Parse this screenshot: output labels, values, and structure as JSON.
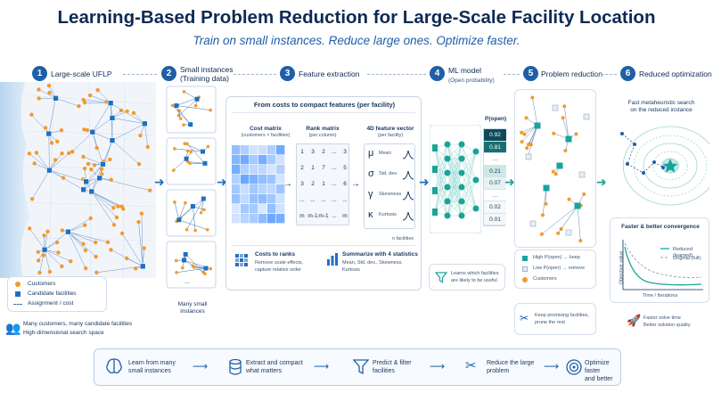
{
  "header": {
    "title": "Learning-Based Problem Reduction for Large-Scale Facility Location",
    "subtitle": "Train on small instances. Reduce large ones. Optimize faster."
  },
  "steps": [
    {
      "num": "1",
      "label": "Large-scale UFLP",
      "sub": ""
    },
    {
      "num": "2",
      "label": "Small instances",
      "sub": "(Training data)"
    },
    {
      "num": "3",
      "label": "Feature extraction",
      "sub": ""
    },
    {
      "num": "4",
      "label": "ML model",
      "sub": "(Open probability)"
    },
    {
      "num": "5",
      "label": "Problem reduction",
      "sub": ""
    },
    {
      "num": "6",
      "label": "Reduced optimization",
      "sub": ""
    }
  ],
  "legend1": {
    "customers": "Customers",
    "candidates": "Candidate facilities",
    "assignment": "Assignment / cost"
  },
  "step1_note": {
    "line1": "Many customers, many candidate facilities",
    "line2": "High-dimensional search space"
  },
  "step2": {
    "more": "...",
    "note_line1": "Many small",
    "note_line2": "instances"
  },
  "features": {
    "header": "From costs to compact features (per facility)",
    "cost_title": "Cost matrix",
    "cost_sub": "(customers × facilities)",
    "rank_title": "Rank matrix",
    "rank_sub": "(per column)",
    "vec_title": "4D feature vector",
    "vec_sub": "(per facility)",
    "rank_rows": [
      [
        "1",
        "3",
        "2",
        "...",
        "3"
      ],
      [
        "2",
        "1",
        "7",
        "...",
        "5"
      ],
      [
        "3",
        "2",
        "1",
        "...",
        "6"
      ],
      [
        "...",
        "...",
        "...",
        "...",
        "..."
      ],
      [
        "m",
        "m-1",
        "m-1",
        "...",
        "m"
      ]
    ],
    "stats": [
      {
        "sym": "μ",
        "name": "Mean"
      },
      {
        "sym": "σ",
        "name": "Std. dev."
      },
      {
        "sym": "γ",
        "name": "Skewness"
      },
      {
        "sym": "κ",
        "name": "Kurtosis"
      }
    ],
    "n_facilities": "n facilities",
    "c2r_title": "Costs to ranks",
    "c2r_l1": "Remove scale effects,",
    "c2r_l2": "capture relative order",
    "sum_title": "Summarize with 4 statistics",
    "sum_l1": "Mean, Std. dev., Skewness,",
    "sum_l2": "Kurtosis"
  },
  "model": {
    "popen_label": "P(open)",
    "probs": [
      "0.92",
      "0.81",
      "...",
      "0.21",
      "0.07",
      "...",
      "0.02",
      "0.01"
    ],
    "note_l1": "Learns which facilities",
    "note_l2": "are likely to be useful"
  },
  "reduction": {
    "legend_high": "High P(open) → keep",
    "legend_low": "Low P(open) → remove",
    "legend_cust": "Customers",
    "note_l1": "Keep promising facilities,",
    "note_l2": "prune the rest"
  },
  "optimization": {
    "search_l1": "Fast metaheuristic search",
    "search_l2": "on the reduced instance",
    "conv_title": "Faster & better convergence",
    "legend_reduced": "Reduced (learned)",
    "legend_original": "Original (full)",
    "ylabel": "Objective value",
    "xlabel": "Time / Iterations",
    "note_l1": "Faster solve time",
    "note_l2": "Better solution quality"
  },
  "bottom": [
    {
      "l1": "Learn from many",
      "l2": "small instances"
    },
    {
      "l1": "Extract and compact",
      "l2": "what matters"
    },
    {
      "l1": "Predict & filter",
      "l2": "facilities"
    },
    {
      "l1": "Reduce the large",
      "l2": "problem"
    },
    {
      "l1": "Optimize faster",
      "l2": "and better"
    }
  ],
  "colors": {
    "primary": "#1f5fa8",
    "customer": "#f29a2e",
    "facility": "#1f6fc1",
    "teal": "#1aa39a",
    "dark": "#0e2a55"
  }
}
